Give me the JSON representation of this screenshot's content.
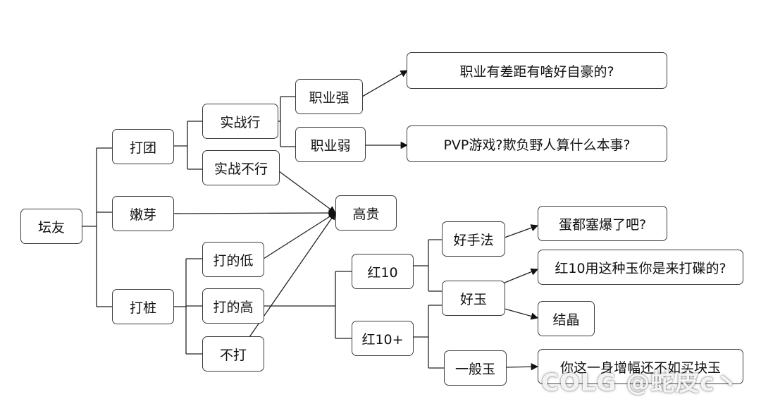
{
  "nodes": {
    "root": "坛友",
    "dating_tuan": "打团",
    "nenya": "嫩芽",
    "dazhuang": "打桩",
    "shizhan_xing": "实战行",
    "shizhan_buxing": "实战不行",
    "zhiye_qiang": "职业强",
    "zhiye_ruo": "职业弱",
    "q_zhiye": "职业有差距有啥好自豪的?",
    "q_pvp": "PVP游戏?欺负野人算什么本事?",
    "gaogui": "高贵",
    "da_di": "打的低",
    "da_gao": "打的高",
    "buda": "不打",
    "hong10": "红10",
    "hong10plus": "红10+",
    "haoshoufa": "好手法",
    "haoyu": "好玉",
    "yibanyu": "一般玉",
    "q_dan": "蛋都塞爆了吧?",
    "q_hong10": "红10用这种玉你是来打碟的?",
    "jiejing": "结晶",
    "q_zengfu": "你这一身增幅还不如买块玉"
  },
  "watermark": "COLG @蛇皮c丶"
}
